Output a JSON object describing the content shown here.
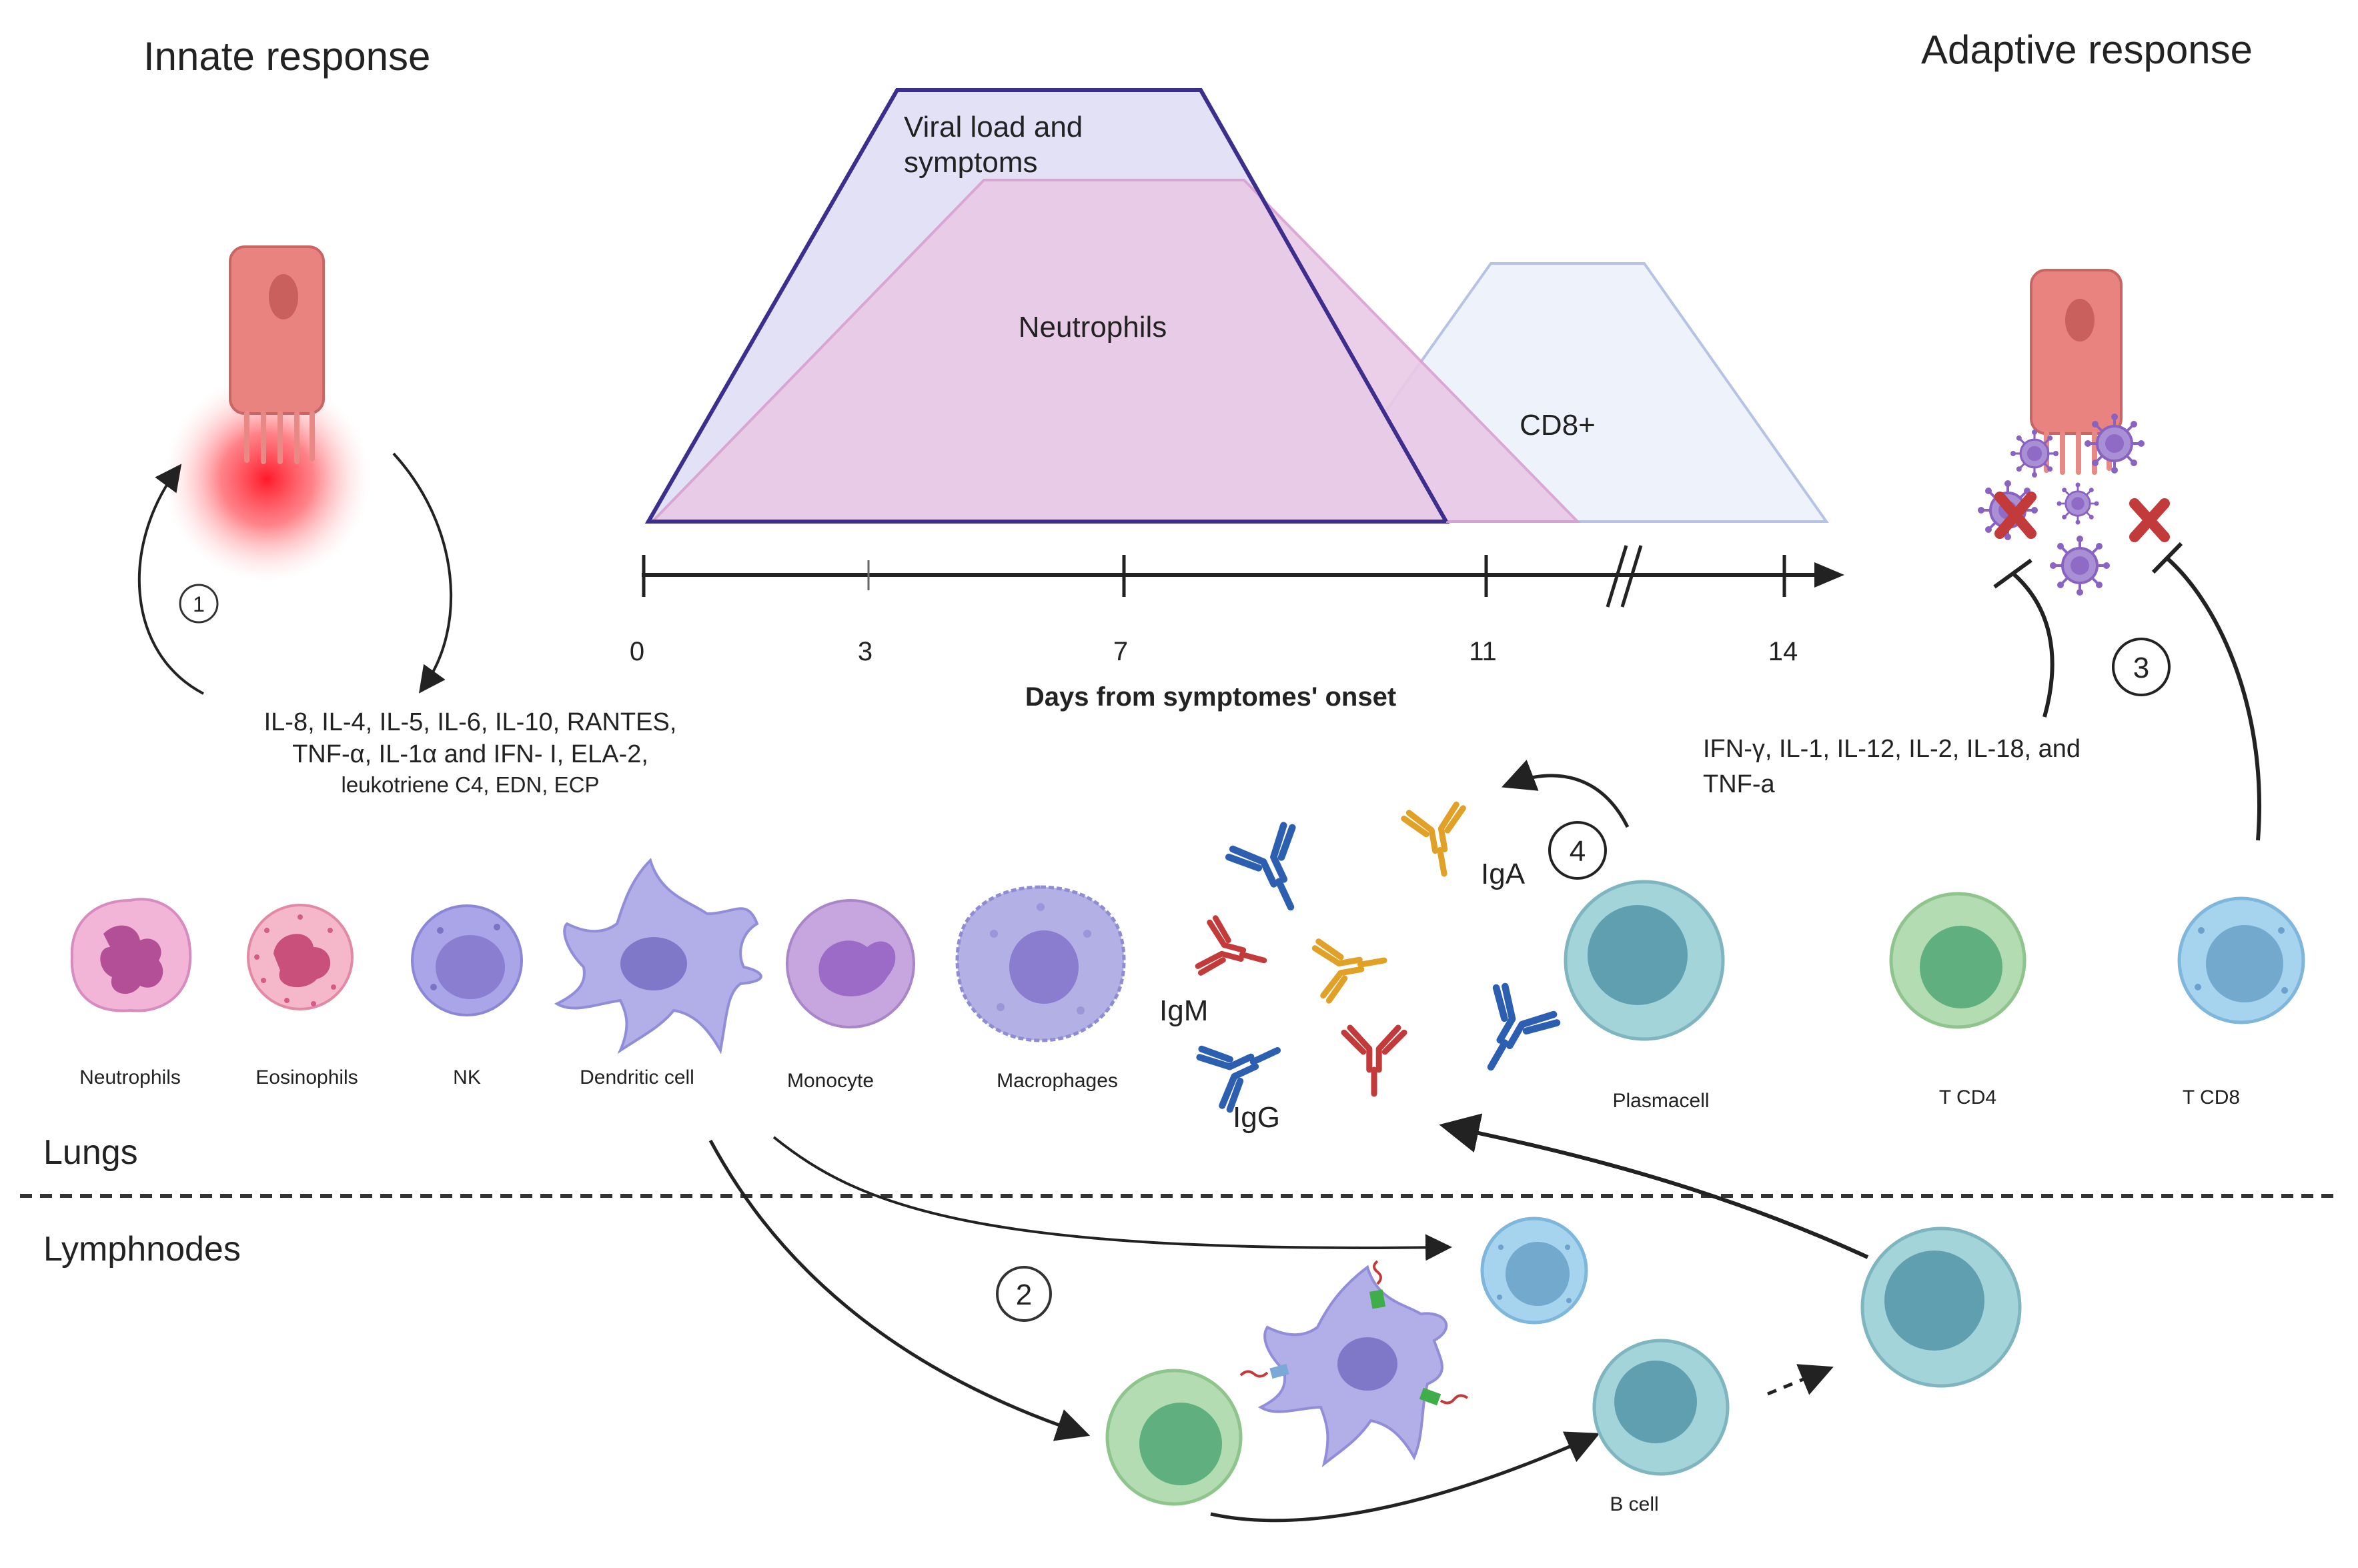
{
  "headings": {
    "innate": "Innate response",
    "adaptive": "Adaptive response"
  },
  "regions": {
    "lungs": "Lungs",
    "lymphnodes": "Lymphnodes"
  },
  "timeline": {
    "areas": {
      "viral": "Viral load and",
      "viral_line2": "symptoms",
      "neutrophils": "Neutrophils",
      "cd8": "CD8+"
    },
    "ticks": [
      "0",
      "3",
      "7",
      "11",
      "14"
    ],
    "axis_title": "Days from symptomes' onset"
  },
  "cytokines": {
    "innate_line1": "IL-8, IL-4, IL-5, IL-6, IL-10, RANTES,",
    "innate_line2": "TNF-α, IL-1α and IFN- I, ELA-2,",
    "innate_line3": "leukotriene C4, EDN, ECP",
    "adaptive_line1": "IFN-γ, IL-1, IL-12, IL-2, IL-18, and",
    "adaptive_line2": "TNF-a"
  },
  "steps": [
    "1",
    "2",
    "3",
    "4"
  ],
  "cells": {
    "neutrophils": "Neutrophils",
    "eosinophils": "Eosinophils",
    "nk": "NK",
    "dendritic": "Dendritic cell",
    "monocyte": "Monocyte",
    "macrophages": "Macrophages",
    "plasmacell": "Plasmacell",
    "tcd4": "T CD4",
    "tcd8": "T CD8",
    "bcell": "B cell"
  },
  "antibodies": {
    "iga": "IgA",
    "igm": "IgM",
    "igg": "IgG"
  },
  "colors": {
    "viral_fill": "#e3e1f6",
    "viral_stroke": "#3c2e8c",
    "neutrophil_fill": "#e9c9e6",
    "cd8_fill": "#eef2fb",
    "cd8_stroke": "#b4c0e2",
    "igg": "#2d5fb0",
    "iga": "#e0a126",
    "igm": "#c23a3a"
  }
}
